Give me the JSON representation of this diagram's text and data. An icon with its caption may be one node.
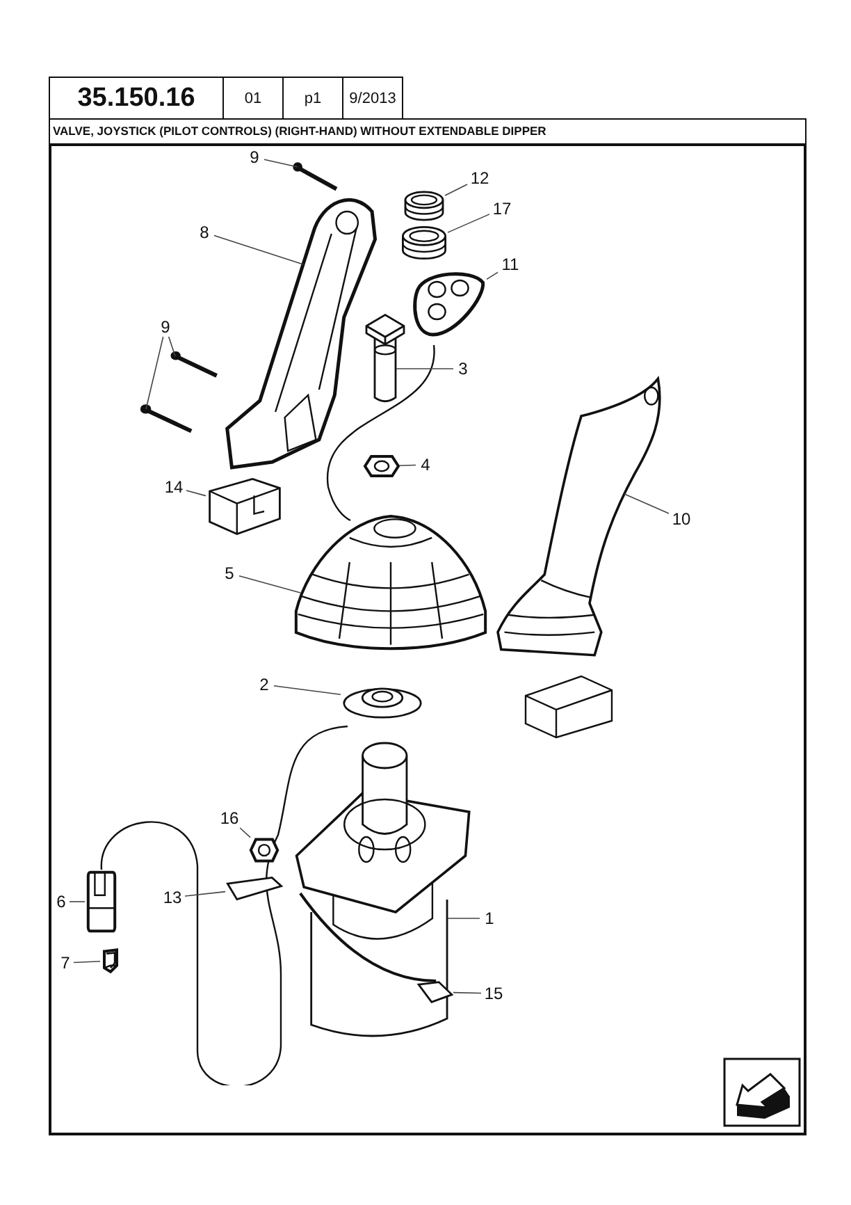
{
  "diagram": {
    "title": "VALVE, JOYSTICK (PILOT CONTROLS) (RIGHT-HAND) WITHOUT EXTENDABLE DIPPER",
    "nodes": [
      {
        "text": [
          "9"
        ]
      },
      {
        "text": [],
        "shape": "picture"
      },
      {
        "text": [
          "8"
        ]
      },
      {
        "text": [],
        "shape": "picture"
      },
      {
        "text": [
          "12"
        ]
      },
      {
        "text": [],
        "shape": "cylinder"
      },
      {
        "text": [
          "17"
        ]
      },
      {
        "text": [],
        "shape": "cylinder"
      },
      {
        "text": [
          "11"
        ]
      },
      {
        "text": [],
        "shape": "picture"
      },
      {
        "text": [
          "9"
        ]
      },
      {
        "text": [],
        "shape": "picture"
      },
      {
        "text": [],
        "shape": "picture"
      },
      {
        "text": [
          "3"
        ]
      },
      {
        "text": [],
        "shape": "picture"
      },
      {
        "text": [
          "4"
        ]
      },
      {
        "text": [],
        "shape": "picture"
      },
      {
        "text": [
          "14"
        ]
      },
      {
        "text": [],
        "shape": "picture"
      },
      {
        "text": [
          "5"
        ]
      },
      {
        "text": [],
        "shape": "picture"
      },
      {
        "text": [
          "10"
        ]
      },
      {
        "text": [],
        "shape": "picture"
      },
      {
        "text": [
          "2"
        ]
      },
      {
        "text": [],
        "shape": "picture"
      },
      {
        "text": [
          "16"
        ]
      },
      {
        "text": [],
        "shape": "picture"
      },
      {
        "text": [
          "13"
        ]
      },
      {
        "text": [],
        "shape": "picture"
      },
      {
        "text": [
          "1"
        ]
      },
      {
        "text": [],
        "shape": "picture"
      },
      {
        "text": [
          "15"
        ]
      },
      {
        "text": [],
        "shape": "picture",
        "in": 30
      },
      {
        "text": [
          "6"
        ]
      },
      {
        "text": [],
        "shape": "picture"
      },
      {
        "text": [
          "7"
        ]
      },
      {
        "text": [],
        "shape": "picture"
      }
    ],
    "edges": [
      {
        "from": 0,
        "to": 1,
        "arrow": "none"
      },
      {
        "from": 2,
        "to": 3,
        "arrow": "none"
      },
      {
        "from": 4,
        "to": 5,
        "arrow": "none"
      },
      {
        "from": 6,
        "to": 7,
        "arrow": "none"
      },
      {
        "from": 8,
        "to": 9,
        "arrow": "none"
      },
      {
        "from": 10,
        "to": 11,
        "arrow": "none"
      },
      {
        "from": 10,
        "to": 12,
        "arrow": "none"
      },
      {
        "from": 13,
        "to": 14,
        "arrow": "none"
      },
      {
        "from": 15,
        "to": 16,
        "arrow": "none"
      },
      {
        "from": 17,
        "to": 18,
        "arrow": "none"
      },
      {
        "from": 19,
        "to": 20,
        "arrow": "none"
      },
      {
        "from": 21,
        "to": 22,
        "arrow": "none"
      },
      {
        "from": 23,
        "to": 24,
        "arrow": "none"
      },
      {
        "from": 25,
        "to": 26,
        "arrow": "none"
      },
      {
        "from": 27,
        "to": 28,
        "arrow": "none"
      },
      {
        "from": 29,
        "to": 30,
        "arrow": "none"
      },
      {
        "from": 31,
        "to": 32,
        "arrow": "none"
      },
      {
        "from": 33,
        "to": 34,
        "arrow": "none"
      },
      {
        "from": 35,
        "to": 36,
        "arrow": "none"
      }
    ],
    "labels": [
      "35.150.16",
      "01",
      "p1",
      "9/2013"
    ]
  }
}
